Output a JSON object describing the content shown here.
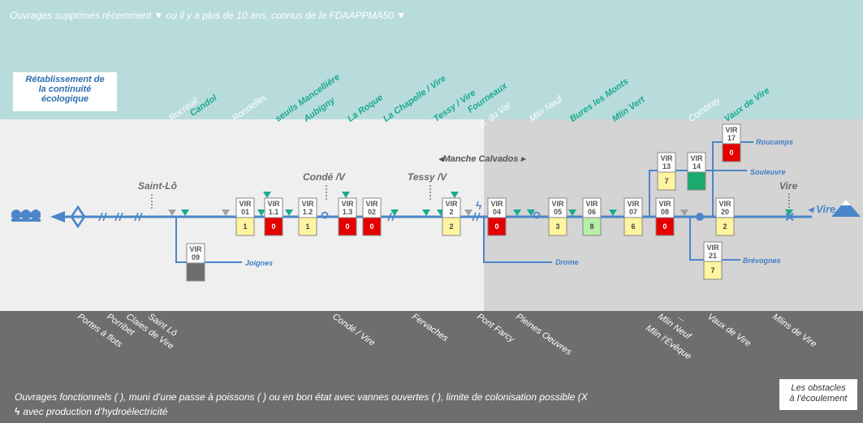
{
  "top_note": "Ouvrages supprimés récemment ▼ ou il y a plus de 10 ans, connus de la FDAAPPMA50 ▼",
  "restore_box": {
    "line1": "Rétablissement de",
    "line2": "la continuité",
    "line3": "écologique"
  },
  "les_box": {
    "line1": "Les obstacles",
    "line2": "à l’écoulement"
  },
  "bottom_note": "Ouvrages fonctionnels ( ), muni d’une passe à poissons ( ) ou en bon état avec vannes ouvertes ( ), limite de colonisation possible (X",
  "bottom_note2": "avec production d’hydroélectricité",
  "dept_label": "◂Manche   Calvados ▸",
  "river_name": "◂ Vire",
  "places": {
    "saint_lo": "Saint-Lô",
    "conde": "Condé /V",
    "tessy": "Tessy /V",
    "vire": "Vire"
  },
  "tributaries": {
    "joignes": "Joignes",
    "drome": "Drome",
    "roucamps": "Roucamps",
    "souleuvre": "Souleuvre",
    "brevognes": "Brévognes"
  },
  "top_labels": [
    {
      "text": "Rocreuil",
      "style": "white"
    },
    {
      "text": "Candol",
      "style": "teal"
    },
    {
      "text": "Rondelles",
      "style": "white"
    },
    {
      "text": "seuils Mancellière",
      "style": "teal"
    },
    {
      "text": "Aubigny",
      "style": "teal"
    },
    {
      "text": "La Roque",
      "style": "teal"
    },
    {
      "text": "La Chapelle / Vire",
      "style": "teal"
    },
    {
      "text": "Tessy / Vire",
      "style": "teal"
    },
    {
      "text": "Fourneaux",
      "style": "teal"
    },
    {
      "text": "B. du Val",
      "style": "white"
    },
    {
      "text": "Mlin Neuf",
      "style": "white"
    },
    {
      "text": "Bures les Monts",
      "style": "teal"
    },
    {
      "text": "Mlin Vert",
      "style": "teal"
    },
    {
      "text": "Combray",
      "style": "white"
    },
    {
      "text": "Vaux de Vire",
      "style": "teal"
    }
  ],
  "bottom_labels": [
    "Portes à flots",
    "Porribet",
    "Claies de Vire",
    "Saint Lô",
    "Condé / Vire",
    "Fervaches",
    "Pont Farcy",
    "Pleines Oeuvres",
    "Mlin l’Évêque",
    "Mlin Neuf",
    "...",
    "Vaux de Vire",
    "Mlins de Vire"
  ],
  "obstacles": [
    {
      "code": "VIR",
      "num": "09",
      "score": "",
      "color": "#6e6e6e"
    },
    {
      "code": "VIR",
      "num": "01",
      "score": "1",
      "color": "#fff5a0"
    },
    {
      "code": "VIR",
      "num": "1.1",
      "score": "0",
      "color": "#e50000"
    },
    {
      "code": "VIR",
      "num": "1.2",
      "score": "1",
      "color": "#fff5a0"
    },
    {
      "code": "VIR",
      "num": "1.3",
      "score": "0",
      "color": "#e50000"
    },
    {
      "code": "VIR",
      "num": "02",
      "score": "0",
      "color": "#e50000"
    },
    {
      "code": "VIR",
      "num": "2",
      "score": "2",
      "color": "#fff5a0"
    },
    {
      "code": "VIR",
      "num": "04",
      "score": "0",
      "color": "#e50000"
    },
    {
      "code": "VIR",
      "num": "05",
      "score": "3",
      "color": "#fff5a0"
    },
    {
      "code": "VIR",
      "num": "06",
      "score": "8",
      "color": "#b6f0a8"
    },
    {
      "code": "VIR",
      "num": "07",
      "score": "6",
      "color": "#fff5a0"
    },
    {
      "code": "VIR",
      "num": "13",
      "score": "7",
      "color": "#fff5a0"
    },
    {
      "code": "VIR",
      "num": "08",
      "score": "0",
      "color": "#e50000"
    },
    {
      "code": "VIR",
      "num": "14",
      "score": "",
      "color": "#1aaa6e"
    },
    {
      "code": "VIR",
      "num": "17",
      "score": "0",
      "color": "#e50000"
    },
    {
      "code": "VIR",
      "num": "20",
      "score": "2",
      "color": "#fff5a0"
    },
    {
      "code": "VIR",
      "num": "21",
      "score": "7",
      "color": "#fff5a0"
    }
  ],
  "colors": {
    "river": "#4a86c8",
    "removed_recent": "#1aaa8e",
    "removed_old": "#ffffff",
    "marker_grey": "#a0a0a0"
  }
}
